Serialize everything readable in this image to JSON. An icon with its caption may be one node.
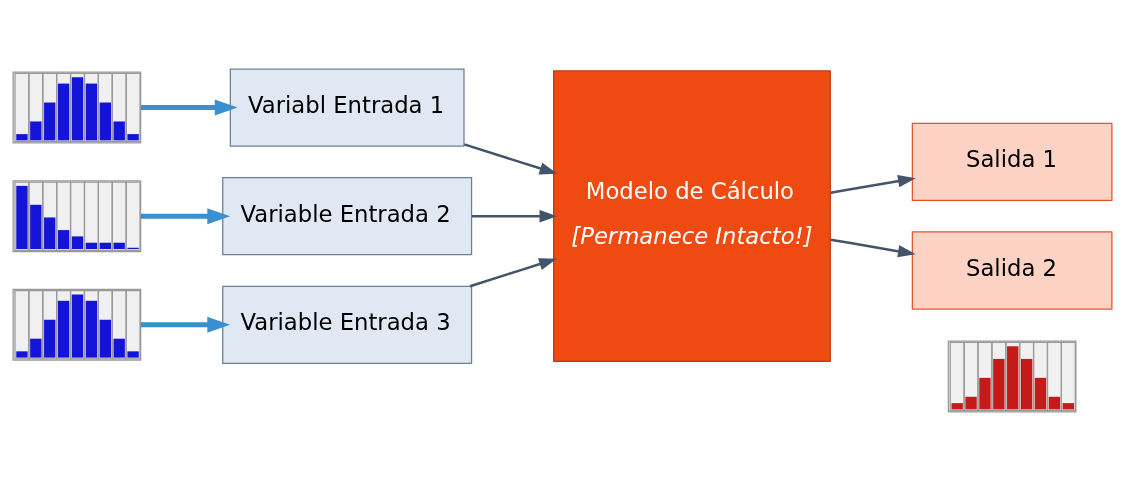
{
  "diagram": {
    "nodes": [
      {
        "text": [],
        "shape": "picture"
      },
      {
        "text": [],
        "shape": "picture"
      },
      {
        "text": [],
        "shape": "picture"
      },
      {
        "text": [
          "Variabl Entrada 1"
        ]
      },
      {
        "text": [
          "Variable Entrada 2"
        ]
      },
      {
        "text": [
          "Variable Entrada 3"
        ]
      },
      {
        "text": [
          "Modelo de Cálculo",
          "[Permanece Intacto!]"
        ]
      },
      {
        "text": [
          "Salida 1"
        ]
      },
      {
        "text": [
          "Salida 2"
        ]
      },
      {
        "text": [],
        "shape": "picture"
      }
    ],
    "edges": [
      {
        "from": 0,
        "to": 3,
        "arrow": "to",
        "style": "thick",
        "color": "#3a8fd0"
      },
      {
        "from": 1,
        "to": 4,
        "arrow": "to",
        "style": "thick",
        "color": "#3a8fd0"
      },
      {
        "from": 2,
        "to": 5,
        "arrow": "to",
        "style": "thick",
        "color": "#3a8fd0"
      },
      {
        "from": 3,
        "to": 6,
        "arrow": "to"
      },
      {
        "from": 4,
        "to": 6,
        "arrow": "to"
      },
      {
        "from": 5,
        "to": 6,
        "arrow": "to"
      },
      {
        "from": 6,
        "to": 7,
        "arrow": "to"
      },
      {
        "from": 6,
        "to": 8,
        "arrow": "to"
      }
    ]
  }
}
